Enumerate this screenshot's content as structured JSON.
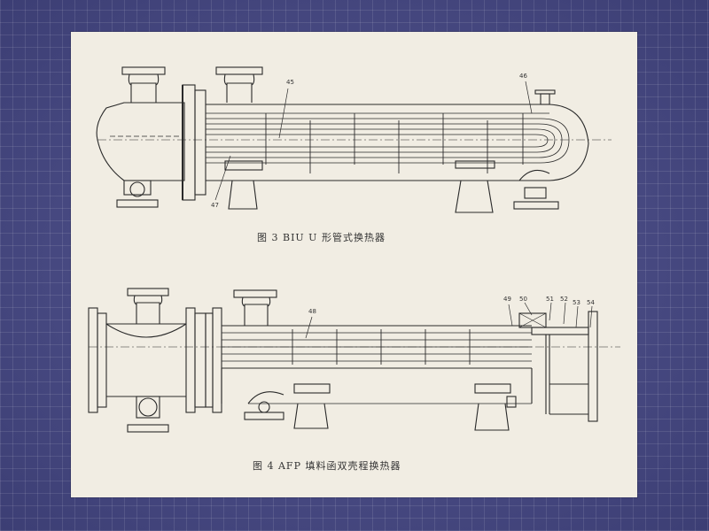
{
  "figure3": {
    "caption": "图 3   BIU    U 形管式换热器",
    "part_labels": {
      "p45": "45",
      "p46": "46",
      "p47": "47"
    }
  },
  "figure4": {
    "caption": "图 4    AFP 填料函双壳程换热器",
    "part_labels": {
      "p48": "48",
      "p49": "49",
      "p50": "50",
      "p51": "51",
      "p52": "52",
      "p53": "53",
      "p54": "54"
    }
  },
  "colors": {
    "background": "#4a4c86",
    "paper": "#f1ede3",
    "ink": "#2a2a2a"
  }
}
